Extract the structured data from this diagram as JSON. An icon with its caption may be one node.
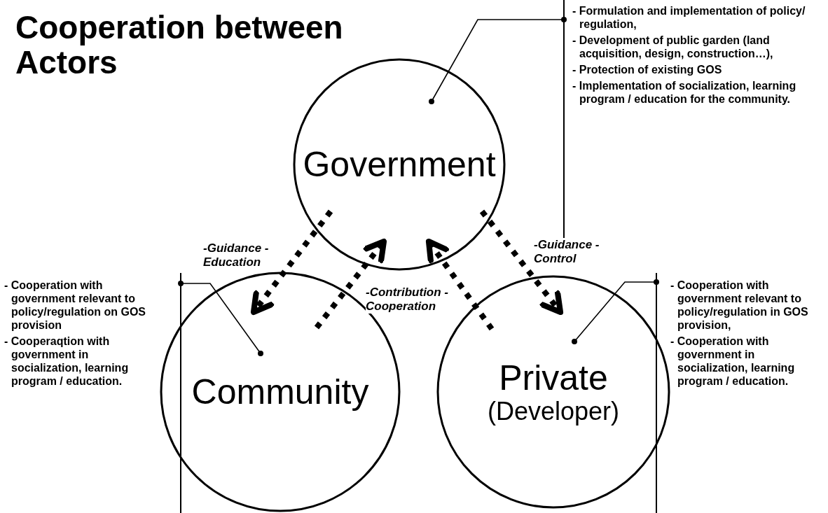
{
  "diagram": {
    "title": "Cooperation between Actors",
    "nodes": [
      {
        "text": [
          "Government"
        ]
      },
      {
        "text": [
          "Community"
        ]
      },
      {
        "text": [
          "Private",
          "(Developer)"
        ]
      },
      {
        "text": [
          "- Formulation and implementation of policy/ regulation,",
          "- Development of public garden (land acquisition, design, construction…),",
          "- Protection of existing GOS",
          "- Implementation of socialization, learning program / education for the community."
        ]
      },
      {
        "text": [
          "- Cooperation with government relevant to policy/regulation on GOS provision",
          "- Cooperaqtion with government in socialization, learning program / education."
        ]
      },
      {
        "text": [
          "- Cooperation with government relevant to policy/regulation in GOS provision,",
          "- Cooperation with government in socialization, learning program / education."
        ]
      }
    ],
    "edges": [
      {
        "from": 0,
        "to": 1,
        "arrow": "to",
        "style": "dashed",
        "label": "-Guidance -Education"
      },
      {
        "from": 1,
        "to": 0,
        "arrow": "to",
        "style": "dashed",
        "label": "-Contribution -Cooperation"
      },
      {
        "from": 2,
        "to": 0,
        "arrow": "to",
        "style": "dashed"
      },
      {
        "from": 0,
        "to": 2,
        "arrow": "to",
        "style": "dashed",
        "label": "-Guidance -Control"
      },
      {
        "from": 3,
        "to": 0,
        "arrow": "other"
      },
      {
        "from": 4,
        "to": 1,
        "arrow": "other"
      },
      {
        "from": 5,
        "to": 2,
        "arrow": "other"
      }
    ]
  }
}
